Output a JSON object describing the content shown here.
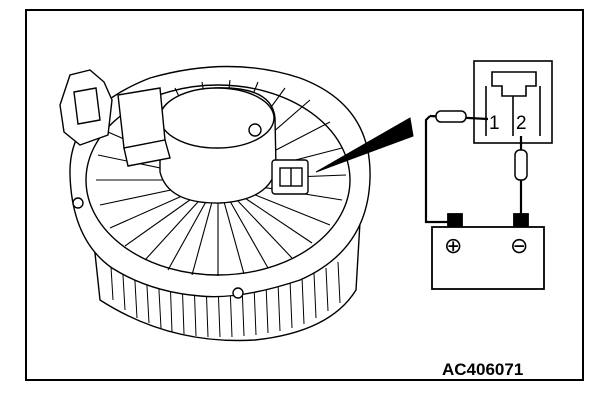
{
  "figure": {
    "id": "AC406071"
  },
  "connector": {
    "pins": [
      "1",
      "2"
    ]
  },
  "battery": {
    "positive_symbol": "⊕",
    "negative_symbol": "⊖"
  },
  "colors": {
    "line": "#000000",
    "background": "#ffffff"
  }
}
